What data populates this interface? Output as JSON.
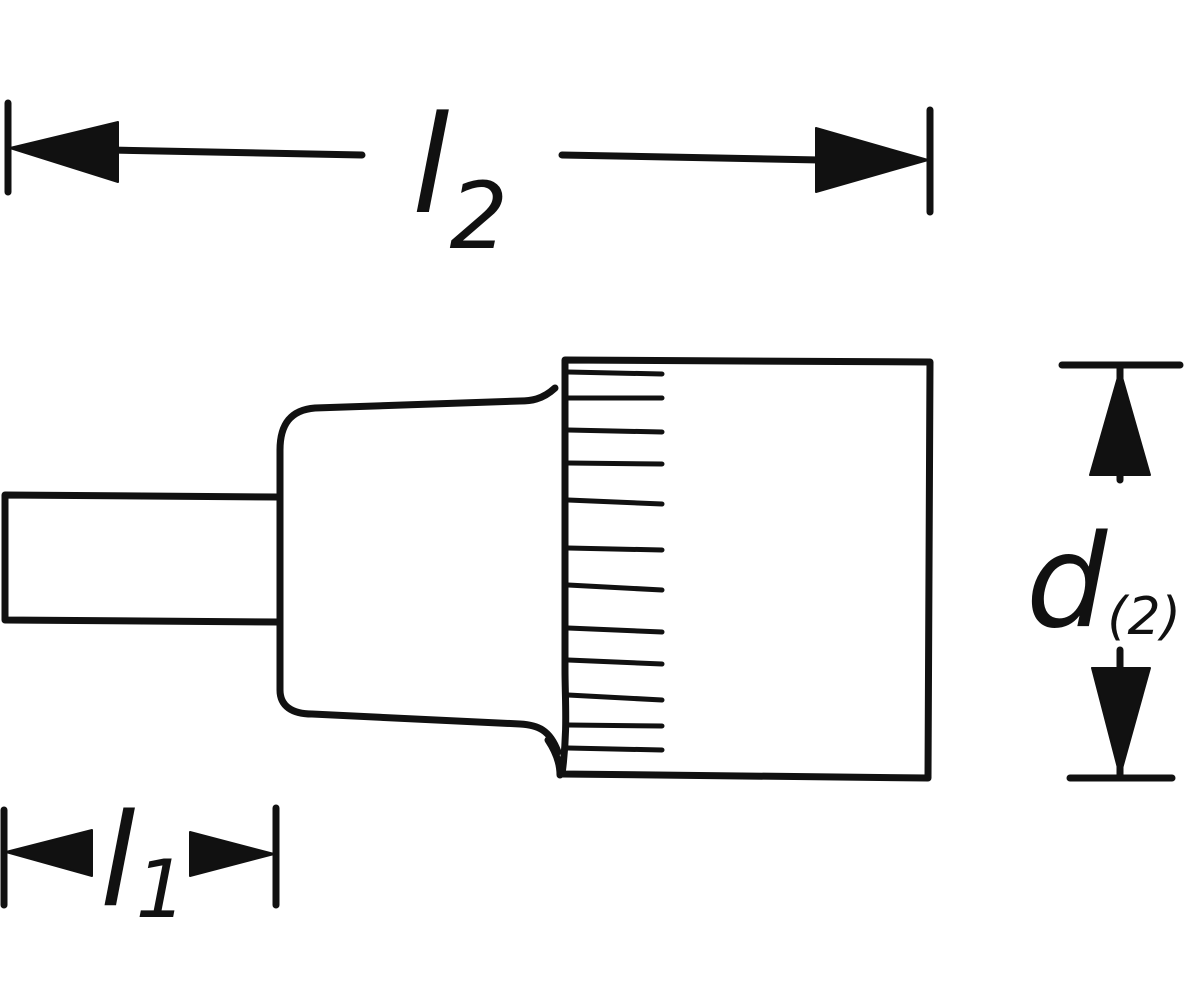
{
  "diagram": {
    "dimensions": [
      {
        "symbol": "l",
        "subscript": "2"
      },
      {
        "symbol": "l",
        "subscript": "1"
      },
      {
        "symbol": "d",
        "subscript": "(2)"
      }
    ]
  },
  "colors": {
    "ink": "#111111",
    "background": "#ffffff"
  }
}
